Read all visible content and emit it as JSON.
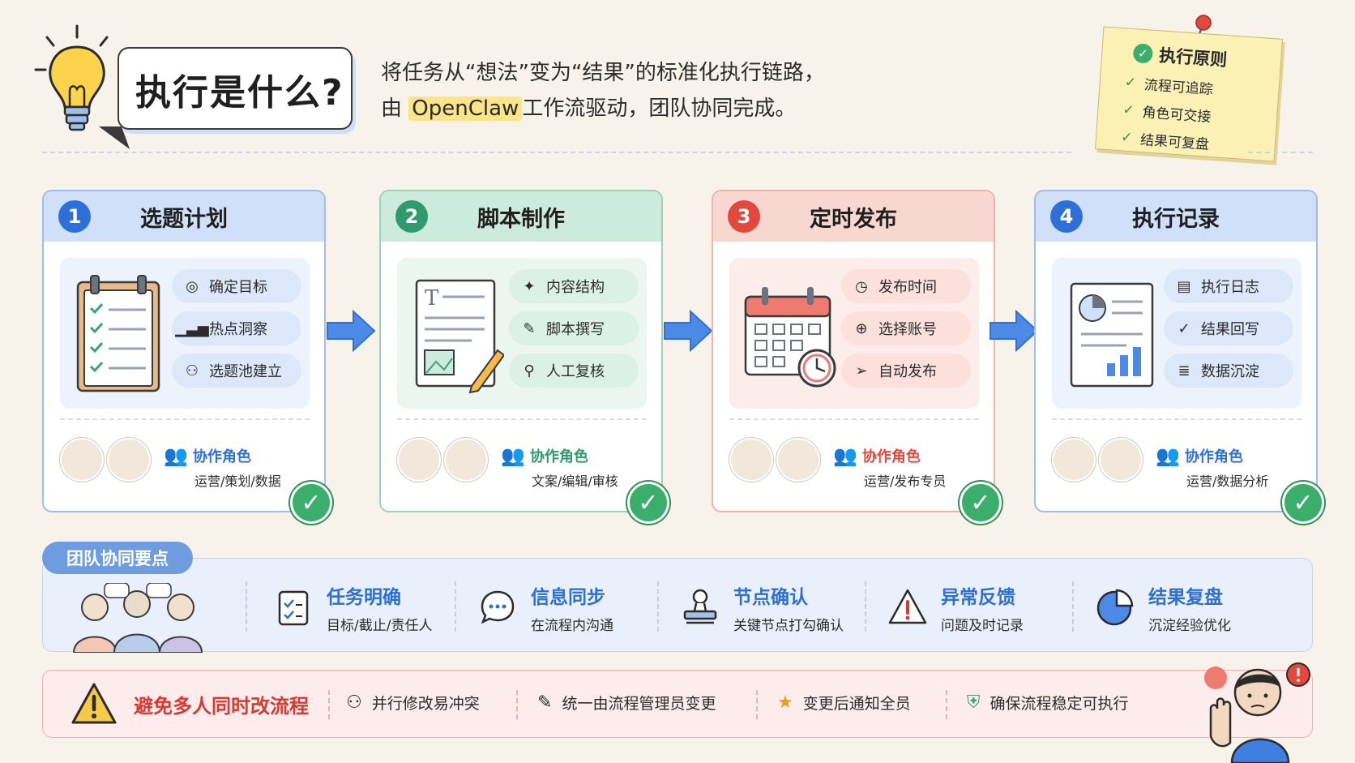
{
  "header": {
    "title": "执行是什么?",
    "intro_line1": "将任务从“想法”变为“结果”的标准化执行链路，",
    "intro_line2_prefix": "由",
    "intro_highlight": "OpenClaw",
    "intro_line2_suffix": "工作流驱动，团队协同完成。"
  },
  "principles": {
    "title": "执行原则",
    "items": [
      "流程可追踪",
      "角色可交接",
      "结果可复盘"
    ]
  },
  "steps": [
    {
      "num": "1",
      "title": "选题计划",
      "items": [
        "确定目标",
        "热点洞察",
        "选题池建立"
      ],
      "role_label": "协作角色",
      "roles": "运营/策划/数据"
    },
    {
      "num": "2",
      "title": "脚本制作",
      "items": [
        "内容结构",
        "脚本撰写",
        "人工复核"
      ],
      "role_label": "协作角色",
      "roles": "文案/编辑/审核"
    },
    {
      "num": "3",
      "title": "定时发布",
      "items": [
        "发布时间",
        "选择账号",
        "自动发布"
      ],
      "role_label": "协作角色",
      "roles": "运营/发布专员"
    },
    {
      "num": "4",
      "title": "执行记录",
      "items": [
        "执行日志",
        "结果回写",
        "数据沉淀"
      ],
      "role_label": "协作角色",
      "roles": "运营/数据分析"
    }
  ],
  "team": {
    "tag": "团队协同要点",
    "items": [
      {
        "title": "任务明确",
        "sub": "目标/截止/责任人"
      },
      {
        "title": "信息同步",
        "sub": "在流程内沟通"
      },
      {
        "title": "节点确认",
        "sub": "关键节点打勾确认"
      },
      {
        "title": "异常反馈",
        "sub": "问题及时记录"
      },
      {
        "title": "结果复盘",
        "sub": "沉淀经验优化"
      }
    ]
  },
  "warning": {
    "title": "避免多人同时改流程",
    "items": [
      "并行修改易冲突",
      "统一由流程管理员变更",
      "变更后通知全员",
      "确保流程稳定可执行"
    ]
  },
  "colors": {
    "step1": "#3f82e3",
    "step2": "#3aa27a",
    "step3": "#e55447",
    "step4": "#3f82e3",
    "step1_bg": "#dce8fa",
    "step2_bg": "#dcf1e6",
    "step3_bg": "#fbe0dc",
    "step4_bg": "#dce8fa",
    "check": "#3cae6b",
    "warn": "#d63a32"
  }
}
